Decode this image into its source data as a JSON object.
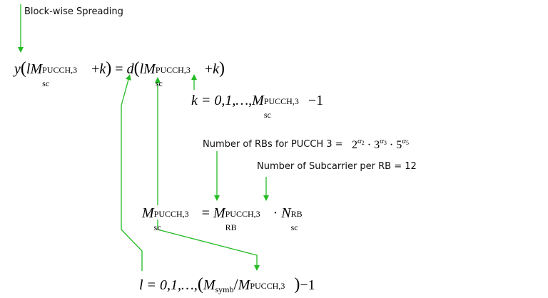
{
  "labels": {
    "block_wise": "Block-wise Spreading",
    "num_rbs": "Number of RBs for PUCCH 3 =",
    "num_subcarrier": "Number of Subcarrier per RB = 12"
  },
  "symbols": {
    "y": "y",
    "d": "d",
    "l": "l",
    "M": "M",
    "k": "k",
    "N": "N",
    "pucch3": "PUCCH,3",
    "pucch3_italic": "PUCCH,3",
    "sc": "sc",
    "RB": "RB",
    "symb": "symb",
    "plus": "+",
    "equals": "=",
    "minus_one": "−1",
    "cdot": "·",
    "k_range": "k = 0,1,…,",
    "l_range": "l = 0,1,…,",
    "base2": "2",
    "base3": "3",
    "base5": "5",
    "alpha2": "α",
    "alpha3": "α",
    "alpha5": "α",
    "i2": "2",
    "i3": "3",
    "i5": "5"
  },
  "colors": {
    "arrow": "#22bb22",
    "text": "#000000"
  }
}
